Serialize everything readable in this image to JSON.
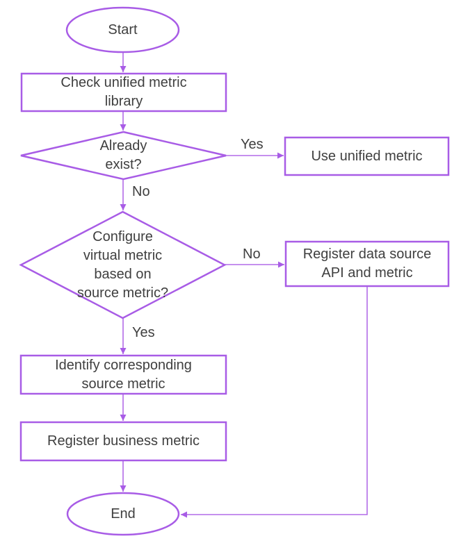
{
  "colors": {
    "shape_stroke": "#a85ce6",
    "connector_stroke": "#b26ce8",
    "text": "#3f3f3f",
    "background": "#ffffff"
  },
  "nodes": {
    "start": {
      "label": "Start"
    },
    "check_library": {
      "lines": [
        "Check unified metric",
        "library"
      ]
    },
    "already_exist": {
      "lines": [
        "Already",
        "exist?"
      ]
    },
    "use_unified": {
      "label": "Use unified metric"
    },
    "configure_virtual": {
      "lines": [
        "Configure",
        "virtual metric",
        "based on",
        "source metric?"
      ]
    },
    "register_api": {
      "lines": [
        "Register data source",
        "API and metric"
      ]
    },
    "identify_source": {
      "lines": [
        "Identify corresponding",
        "source metric"
      ]
    },
    "register_business": {
      "label": "Register business metric"
    },
    "end": {
      "label": "End"
    }
  },
  "edge_labels": {
    "exist_yes": "Yes",
    "exist_no": "No",
    "configure_no": "No",
    "configure_yes": "Yes"
  }
}
